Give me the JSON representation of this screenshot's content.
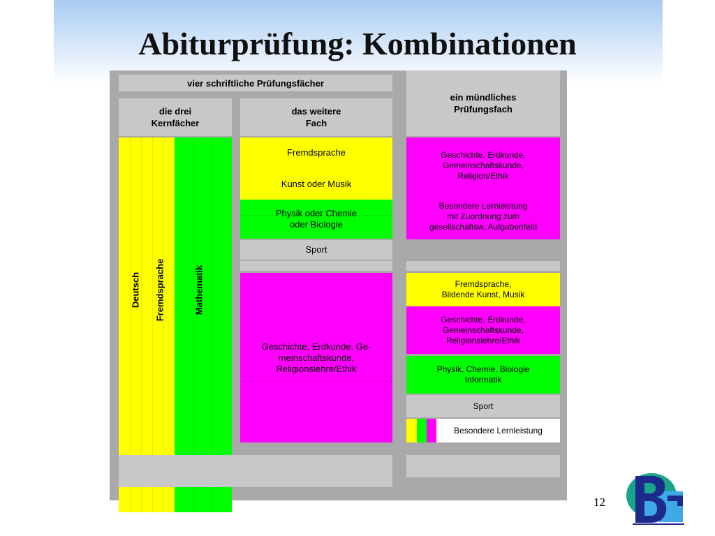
{
  "title": "Abiturprüfung: Kombinationen",
  "header": {
    "written": "vier schriftliche Prüfungsfächer",
    "core": "die drei\nKernfächer",
    "further": "das weitere\nFach",
    "oral": "ein mündliches\nPrüfungsfach"
  },
  "core_subjects": [
    "Deutsch",
    "Fremdsprache",
    "Mathematik"
  ],
  "further_subjects": {
    "foreign": "Fremdsprache",
    "art": "Kunst oder Musik",
    "science": "Physik oder Chemie\noder Biologie",
    "sport": "Sport",
    "social": "Geschichte, Erdkunde, Ge-\nmeinschaftskunde,\nReligionslehre/Ethik"
  },
  "oral_subjects": {
    "social_top": "Geschichte, Erdkunde,\nGemeinschaftskunde,\nReligion/Ethik",
    "special_top": "Besondere Lernleistung\nmit Zuordnung zum\ngesellschaftsw. Aufgabenfeld",
    "lang_art": "Fremdsprache,\nBildende Kunst, Musik",
    "social_bottom": "Geschichte, Erdkunde,\nGemeinschaftskunde,\nReligionslehre/Ethik",
    "science": "Physik, Chemie, Biologie\nInformatik",
    "sport": "Sport",
    "special_bottom": "Besondere Lernleistung"
  },
  "colors": {
    "yellow": "#ffff00",
    "green": "#00ff00",
    "magenta": "#ff00ff",
    "gray": "#c8c8c8"
  },
  "page_number": "12",
  "logo": {
    "letters": "BG"
  }
}
